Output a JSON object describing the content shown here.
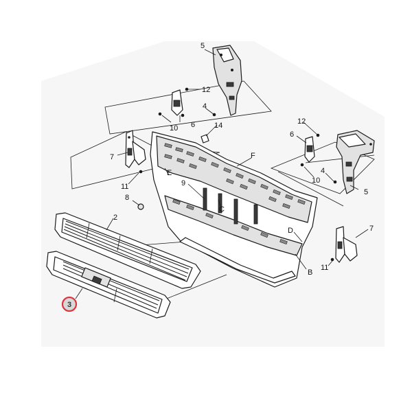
{
  "diagram": {
    "highlight_color": "#d9363e",
    "labels": {
      "n5_top": "5",
      "n12_top": "12",
      "n4_top": "4",
      "n6_top": "6",
      "n10_top": "10",
      "n14": "14",
      "n7_left": "7",
      "nF": "F",
      "nE": "E",
      "n9": "9",
      "nC": "C",
      "n11_left": "11",
      "n8": "8",
      "n2": "2",
      "n12_right": "12",
      "n6_right": "6",
      "n4_right": "4",
      "n10_right": "10",
      "n5_right": "5",
      "nD": "D",
      "n7_right": "7",
      "n11_right": "11",
      "nB": "B",
      "n3": "3"
    }
  }
}
